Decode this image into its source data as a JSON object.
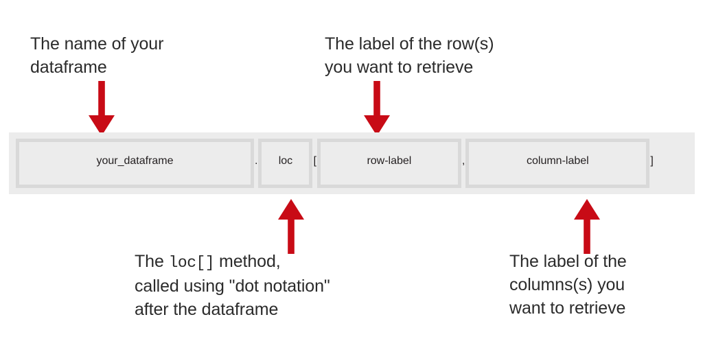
{
  "diagram": {
    "title": "pandas .loc[] accessor anatomy",
    "accent_color": "#c80b16",
    "band_color": "#ececec",
    "box_border_color": "#d9d9d9",
    "code_text_color": "#3c3c3c",
    "caption_text_color": "#2b2b2b",
    "background_color": "#ffffff"
  },
  "code": {
    "full_expression": "your_dataframe.loc[row-label,column-label]",
    "tokens": [
      {
        "id": "dataframe-name",
        "text": "your_dataframe",
        "boxed": true
      },
      {
        "id": "dot",
        "text": ".",
        "boxed": false
      },
      {
        "id": "loc-method",
        "text": "loc",
        "boxed": true
      },
      {
        "id": "open-bracket",
        "text": "[",
        "boxed": false
      },
      {
        "id": "row-label",
        "text": "row-label",
        "boxed": true
      },
      {
        "id": "comma",
        "text": ",",
        "boxed": false
      },
      {
        "id": "column-label",
        "text": "column-label",
        "boxed": true
      },
      {
        "id": "close-bracket",
        "text": "]",
        "boxed": false
      }
    ]
  },
  "captions": {
    "dataframe": "The name of your\ndataframe",
    "row_label": "The label of the row(s)\nyou want to retrieve",
    "loc_method_pre": "The ",
    "loc_method_mono": "loc[]",
    "loc_method_post": " method,\ncalled using \"dot notation\"\nafter the dataframe",
    "column_label": "The label of the\ncolumns(s) you\nwant to retrieve"
  },
  "arrows": [
    {
      "id": "arrow-to-dataframe",
      "direction": "down",
      "points_to": "dataframe-name"
    },
    {
      "id": "arrow-to-row-label",
      "direction": "down",
      "points_to": "row-label"
    },
    {
      "id": "arrow-to-loc-method",
      "direction": "up",
      "points_to": "loc-method"
    },
    {
      "id": "arrow-to-column-label",
      "direction": "up",
      "points_to": "column-label"
    }
  ]
}
